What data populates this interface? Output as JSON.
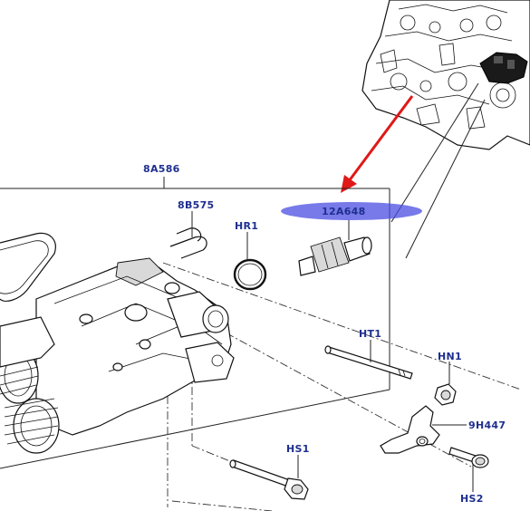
{
  "labels": {
    "assembly": "8A586",
    "clip": "8B575",
    "oring": "HR1",
    "sensor": "12A648",
    "stud": "HT1",
    "nut": "HN1",
    "bracket": "9H447",
    "bolt1": "HS1",
    "bolt2": "HS2"
  },
  "colors": {
    "label_text": "#1e2f8f",
    "highlight": "#4a4ee0",
    "arrow": "#e01818"
  }
}
